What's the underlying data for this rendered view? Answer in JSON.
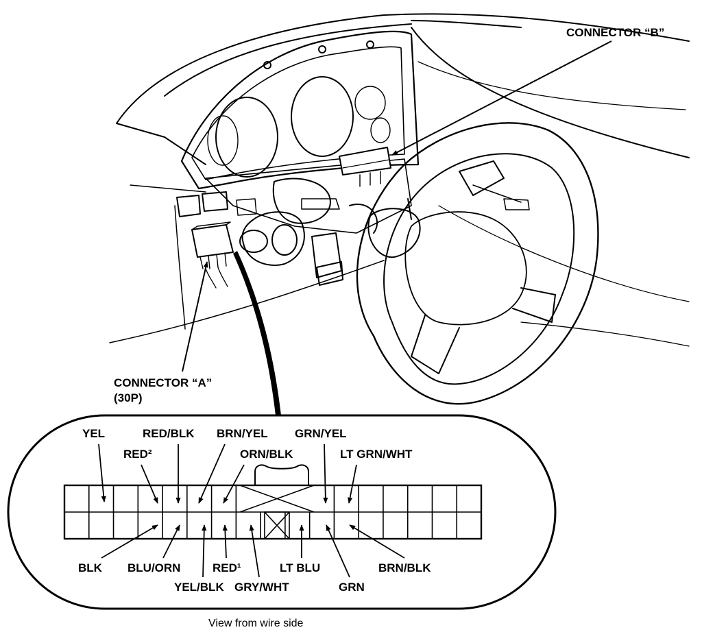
{
  "labels": {
    "connector_b": "CONNECTOR “B”",
    "connector_a": "CONNECTOR “A”",
    "connector_a_pins": "(30P)",
    "caption": "View from wire side"
  },
  "wires_top": {
    "yel": "YEL",
    "red2": "RED²",
    "red_blk": "RED/BLK",
    "brn_yel": "BRN/YEL",
    "orn_blk": "ORN/BLK",
    "grn_yel": "GRN/YEL",
    "lt_grn_wht": "LT GRN/WHT"
  },
  "wires_bottom": {
    "blk": "BLK",
    "blu_orn": "BLU/ORN",
    "yel_blk": "YEL/BLK",
    "red1": "RED¹",
    "gry_wht": "GRY/WHT",
    "lt_blu": "LT BLU",
    "grn": "GRN",
    "brn_blk": "BRN/BLK"
  }
}
